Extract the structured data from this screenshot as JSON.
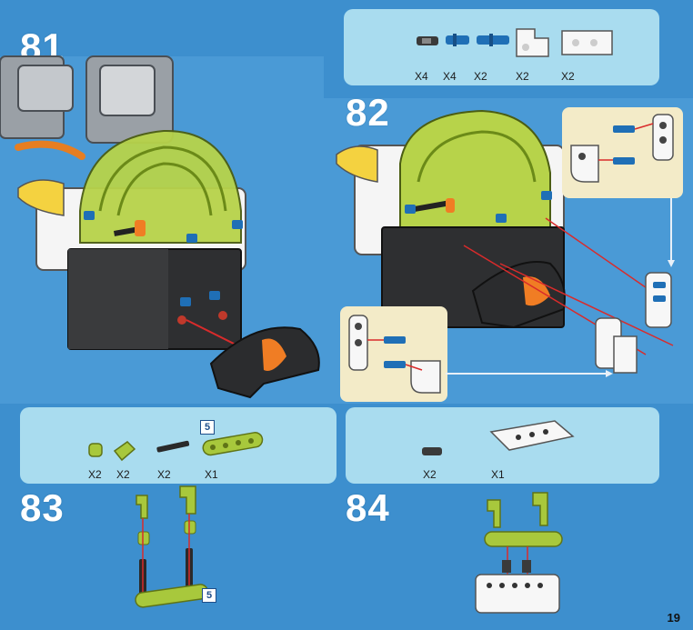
{
  "page_number": "19",
  "steps": [
    {
      "number": "81"
    },
    {
      "number": "82",
      "parts": [
        {
          "qty": "X4",
          "icon": "short-pin"
        },
        {
          "qty": "X4",
          "icon": "blue-pin-short"
        },
        {
          "qty": "X2",
          "icon": "blue-pin-long"
        },
        {
          "qty": "X2",
          "icon": "white-connector-l"
        },
        {
          "qty": "X2",
          "icon": "white-beam-bent"
        }
      ]
    },
    {
      "number": "83",
      "box_label": "5",
      "parts": [
        {
          "qty": "X2",
          "icon": "green-bush"
        },
        {
          "qty": "X2",
          "icon": "green-angle-connector"
        },
        {
          "qty": "X2",
          "icon": "black-axle"
        },
        {
          "qty": "X1",
          "icon": "green-beam-5",
          "box_label": "5"
        }
      ]
    },
    {
      "number": "84",
      "parts": [
        {
          "qty": "X2",
          "icon": "short-pin"
        },
        {
          "qty": "X1",
          "icon": "white-panel"
        }
      ]
    }
  ],
  "colors": {
    "background": "#3d8fce",
    "panel": "#a9dcef",
    "callout": "#f3ebc8",
    "lime": "#a8c83c",
    "arrow": "#d92b2b"
  }
}
